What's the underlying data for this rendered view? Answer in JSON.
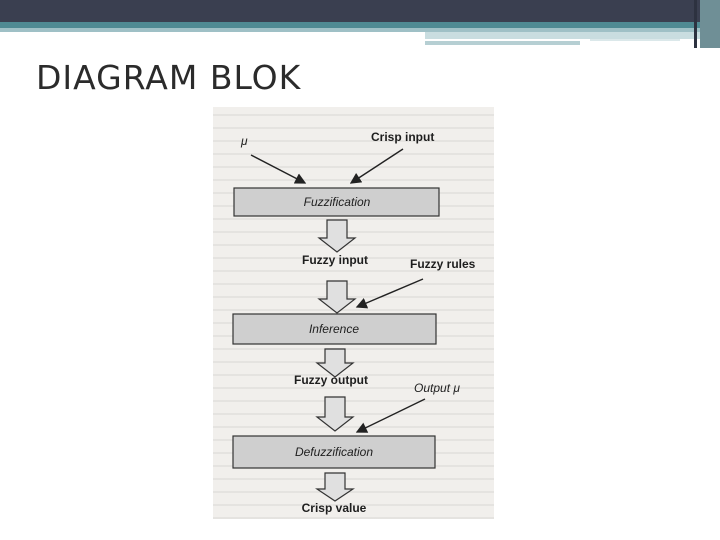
{
  "slide": {
    "title": "DIAGRAM BLOK"
  },
  "diagram": {
    "inputs": {
      "mu": "μ",
      "crisp_input": "Crisp input"
    },
    "fuzzification": "Fuzzification",
    "fuzzy_input": "Fuzzy input",
    "fuzzy_rules": "Fuzzy rules",
    "inference": "Inference",
    "fuzzy_output": "Fuzzy output",
    "output_mu": "Output μ",
    "defuzzification": "Defuzzification",
    "crisp_value": "Crisp value"
  }
}
